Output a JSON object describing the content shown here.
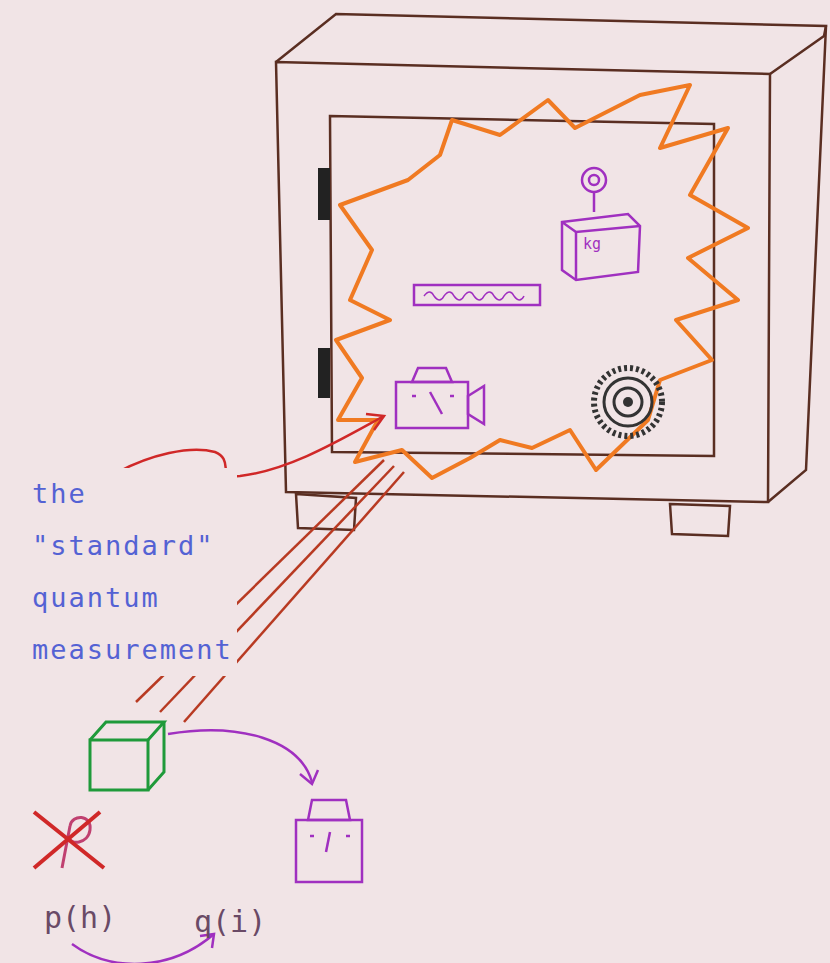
{
  "diagram": {
    "labels": [
      "the \"standard\" quantum measurement",
      "kg",
      "p(h)",
      "q(i)"
    ]
  }
}
